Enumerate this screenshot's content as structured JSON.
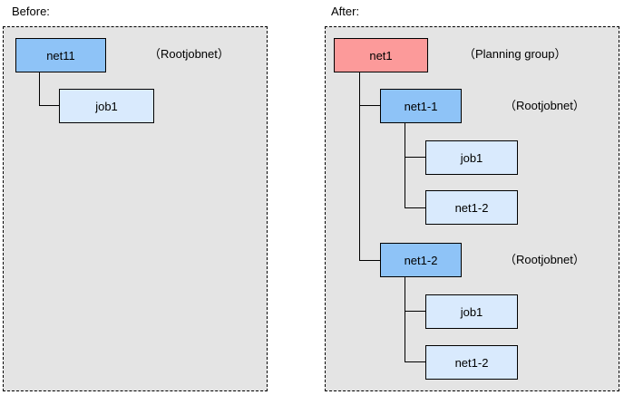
{
  "colors": {
    "panel_background": "#e4e4e4",
    "planning_group_fill": "#fc9a9a",
    "rootjobnet_fill": "#8ec3f7",
    "unit_fill": "#d9eafd",
    "line": "#000000"
  },
  "before": {
    "title": "Before:",
    "root": {
      "label": "net11"
    },
    "root_annotation": "（Rootjobnet）",
    "child": {
      "label": "job1"
    }
  },
  "after": {
    "title": "After:",
    "root": {
      "label": "net1"
    },
    "root_annotation": "（Planning group）",
    "group1": {
      "label": "net1-1",
      "annotation": "（Rootjobnet）",
      "child1": {
        "label": "job1"
      },
      "child2": {
        "label": "net1-2"
      }
    },
    "group2": {
      "label": "net1-2",
      "annotation": "（Rootjobnet）",
      "child1": {
        "label": "job1"
      },
      "child2": {
        "label": "net1-2"
      }
    }
  }
}
